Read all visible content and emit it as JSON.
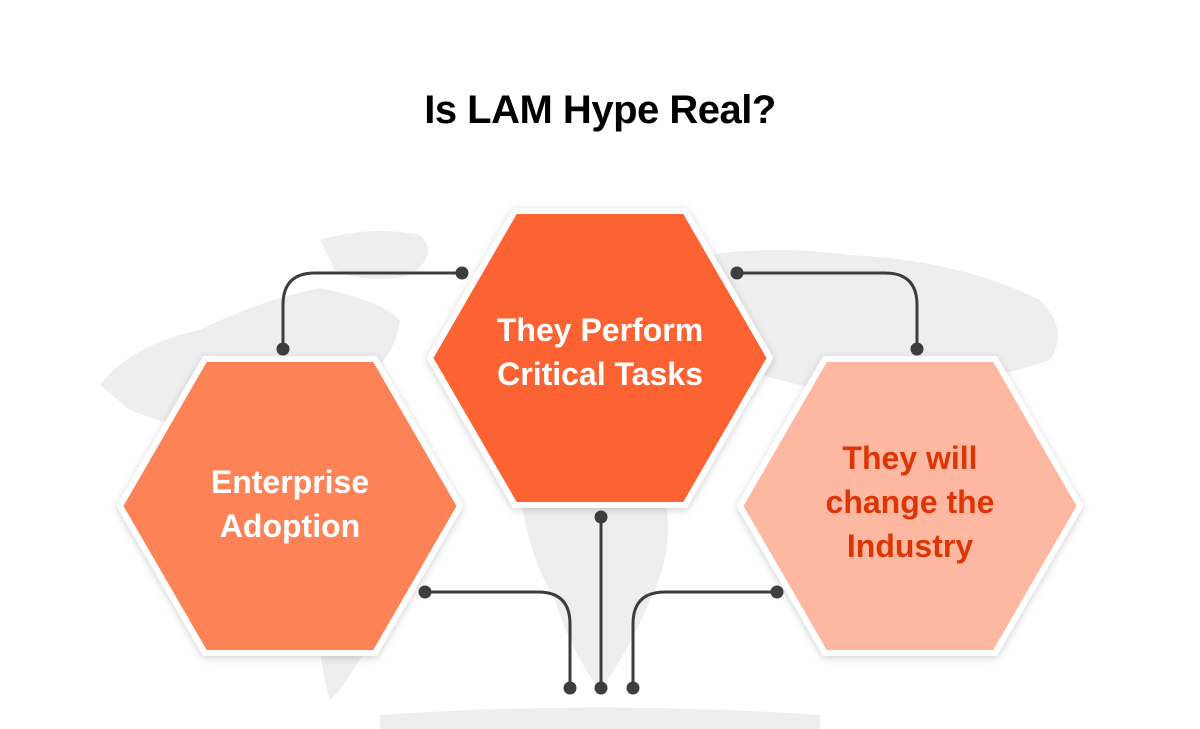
{
  "title": "Is LAM Hype Real?",
  "colors": {
    "left_fill": "#fd8257",
    "center_fill": "#fd6332",
    "right_fill": "#feb8a1",
    "border": "#ffffff",
    "connector": "#3d3d3d",
    "map": "#eeeeee",
    "white_text": "#ffffff",
    "accent_text": "#dd3606"
  },
  "hexagons": {
    "left": {
      "line1": "Enterprise",
      "line2": "Adoption"
    },
    "center": {
      "line1": "They Perform",
      "line2": "Critical Tasks"
    },
    "right": {
      "line1": "They will",
      "line2": "change the",
      "line3": "Industry"
    }
  }
}
